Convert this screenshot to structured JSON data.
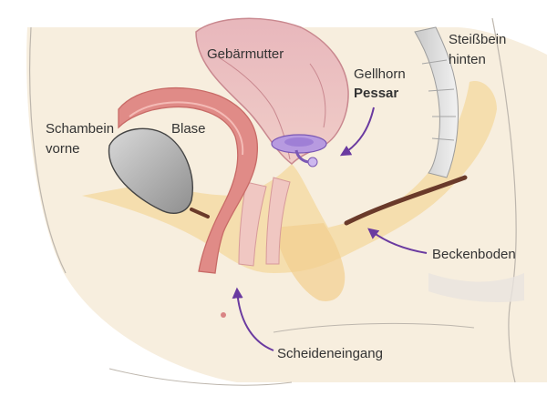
{
  "labels": {
    "uterus": "Gebärmutter",
    "coccyx_line1": "Steißbein",
    "coccyx_line2": "hinten",
    "pessary_line1": "Gellhorn",
    "pessary_line2": "Pessar",
    "pubic_line1": "Schambein",
    "pubic_line2": "vorne",
    "bladder": "Blase",
    "pelvic_floor": "Beckenboden",
    "vaginal_opening": "Scheideneingang"
  },
  "colors": {
    "arrow": "#6a3aa0",
    "pessary": "#b79ae0",
    "skin": "#f3e3cc",
    "muscle": "#f5d9a4",
    "bladder": "#d98484",
    "uterus": "#e3aeb4",
    "bone": "#9a9a9a"
  }
}
